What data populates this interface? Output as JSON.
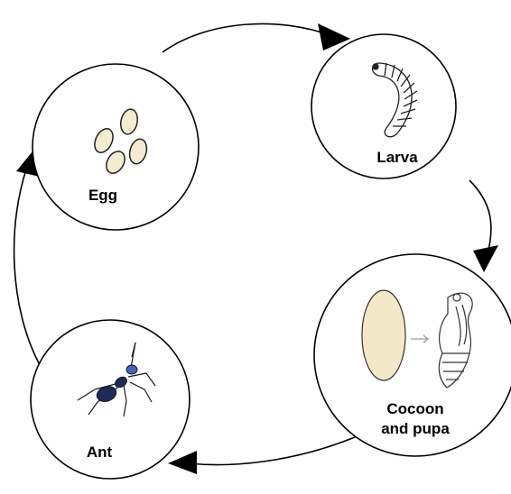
{
  "stages": {
    "egg": {
      "label": "Egg"
    },
    "larva": {
      "label": "Larva"
    },
    "cocoon": {
      "label_line1": "Cocoon",
      "label_line2": "and pupa"
    },
    "ant": {
      "label": "Ant"
    }
  },
  "colors": {
    "outline": "#000000",
    "egg_fill": "#f4ecd0",
    "larva_fill": "#ffffff",
    "cocoon_fill": "#f3e9c8",
    "ant_body": "#1f2a55",
    "ant_highlight": "#4b63b0"
  }
}
